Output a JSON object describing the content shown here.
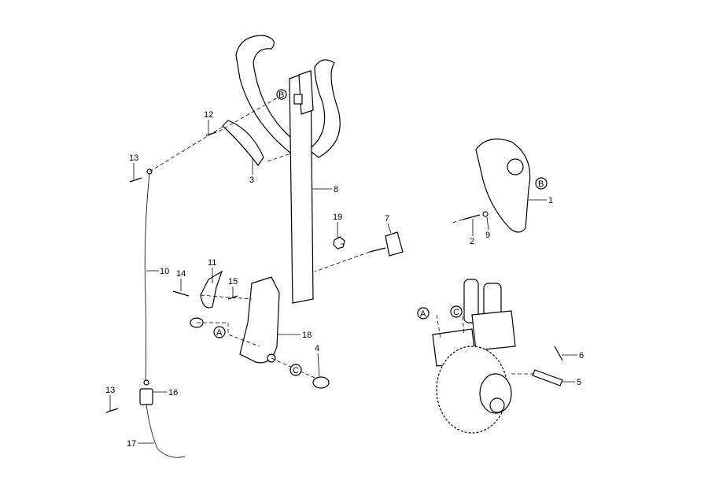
{
  "diagram": {
    "callouts": [
      {
        "id": "c12",
        "text": "12"
      },
      {
        "id": "c3",
        "text": "3"
      },
      {
        "id": "c13a",
        "text": "13"
      },
      {
        "id": "c8",
        "text": "8"
      },
      {
        "id": "c1",
        "text": "1"
      },
      {
        "id": "c2",
        "text": "2"
      },
      {
        "id": "c9",
        "text": "9"
      },
      {
        "id": "c19",
        "text": "19"
      },
      {
        "id": "c7",
        "text": "7"
      },
      {
        "id": "c11",
        "text": "11"
      },
      {
        "id": "c10",
        "text": "10"
      },
      {
        "id": "c14",
        "text": "14"
      },
      {
        "id": "c15",
        "text": "15"
      },
      {
        "id": "c18",
        "text": "18"
      },
      {
        "id": "c4",
        "text": "4"
      },
      {
        "id": "c6",
        "text": "6"
      },
      {
        "id": "c5",
        "text": "5"
      },
      {
        "id": "c16",
        "text": "16"
      },
      {
        "id": "c13b",
        "text": "13"
      },
      {
        "id": "c17",
        "text": "17"
      }
    ],
    "reference_marks": [
      {
        "id": "B1",
        "text": "B"
      },
      {
        "id": "B2",
        "text": "B"
      },
      {
        "id": "A1",
        "text": "A"
      },
      {
        "id": "A2",
        "text": "A"
      },
      {
        "id": "C1",
        "text": "C"
      },
      {
        "id": "C2",
        "text": "C"
      }
    ]
  }
}
